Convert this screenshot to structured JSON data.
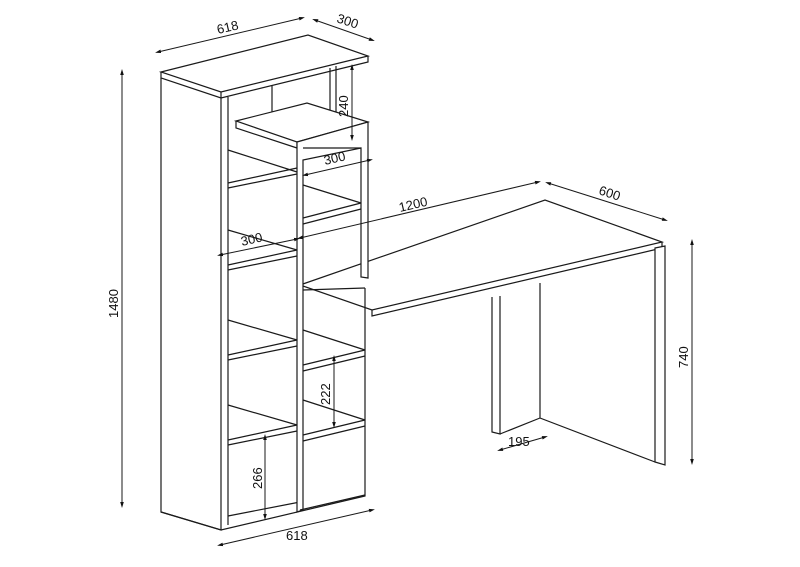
{
  "dimensions": {
    "top_width": "618",
    "top_depth": "300",
    "upper_gap_height": "240",
    "upper_unit_width": "300",
    "middle_shelf_width": "300",
    "desk_length": "1200",
    "desk_depth": "600",
    "total_height": "1480",
    "desk_height": "740",
    "shelf_height": "222",
    "bottom_shelf_height": "266",
    "leg_width": "195",
    "bottom_width": "618"
  }
}
